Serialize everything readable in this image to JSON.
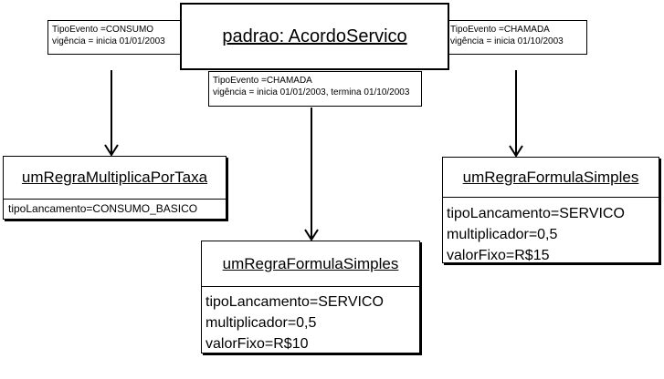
{
  "diagram": {
    "acordo": {
      "name": "padrao: AcordoServico"
    },
    "notes": {
      "consumo": {
        "line1": "TipoEvento =CONSUMO",
        "line2": "vigência = inicia 01/01/2003"
      },
      "chamada_center": {
        "line1": "TipoEvento =CHAMADA",
        "line2": "vigência = inicia 01/01/2003, termina 01/10/2003"
      },
      "chamada_right": {
        "line1": "TipoEvento =CHAMADA",
        "line2": "vigência = inicia 01/10/2003"
      }
    },
    "objects": {
      "multiplica": {
        "name": "umRegraMultiplicaPorTaxa",
        "attrs": [
          "tipoLancamento=CONSUMO_BASICO"
        ]
      },
      "formula_center": {
        "name": "umRegraFormulaSimples",
        "attrs": [
          "tipoLancamento=SERVICO",
          "multiplicador=0,5",
          "valorFixo=R$10"
        ]
      },
      "formula_right": {
        "name": "umRegraFormulaSimples",
        "attrs": [
          "tipoLancamento=SERVICO",
          "multiplicador=0,5",
          "valorFixo=R$15"
        ]
      }
    },
    "colors": {
      "line": "#000000",
      "background": "#ffffff"
    }
  }
}
